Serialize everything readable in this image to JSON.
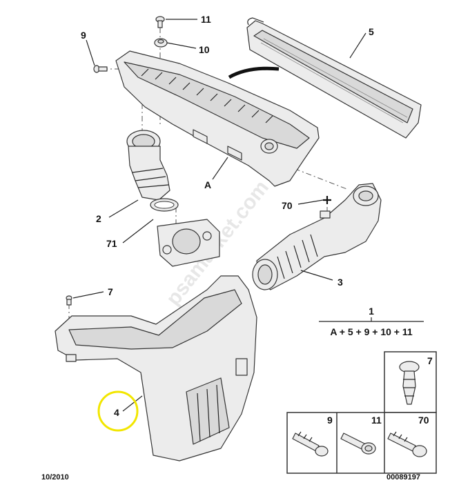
{
  "labels": {
    "p11": "11",
    "p10": "10",
    "p9": "9",
    "p5": "5",
    "pA": "A",
    "p2": "2",
    "p71": "71",
    "p70": "70",
    "p3": "3",
    "p7": "7",
    "p4": "4"
  },
  "formula": {
    "number": "1",
    "expression": "A + 5 + 9 + 10 + 11"
  },
  "legend_boxes": {
    "b7": "7",
    "b9": "9",
    "b11": "11",
    "b70": "70"
  },
  "footer": {
    "date": "10/2010",
    "reference": "00089197"
  },
  "watermark": "psamarket.com",
  "colors": {
    "highlight_circle": "#f2e600",
    "line": "#222222",
    "part_fill": "#ececec"
  }
}
